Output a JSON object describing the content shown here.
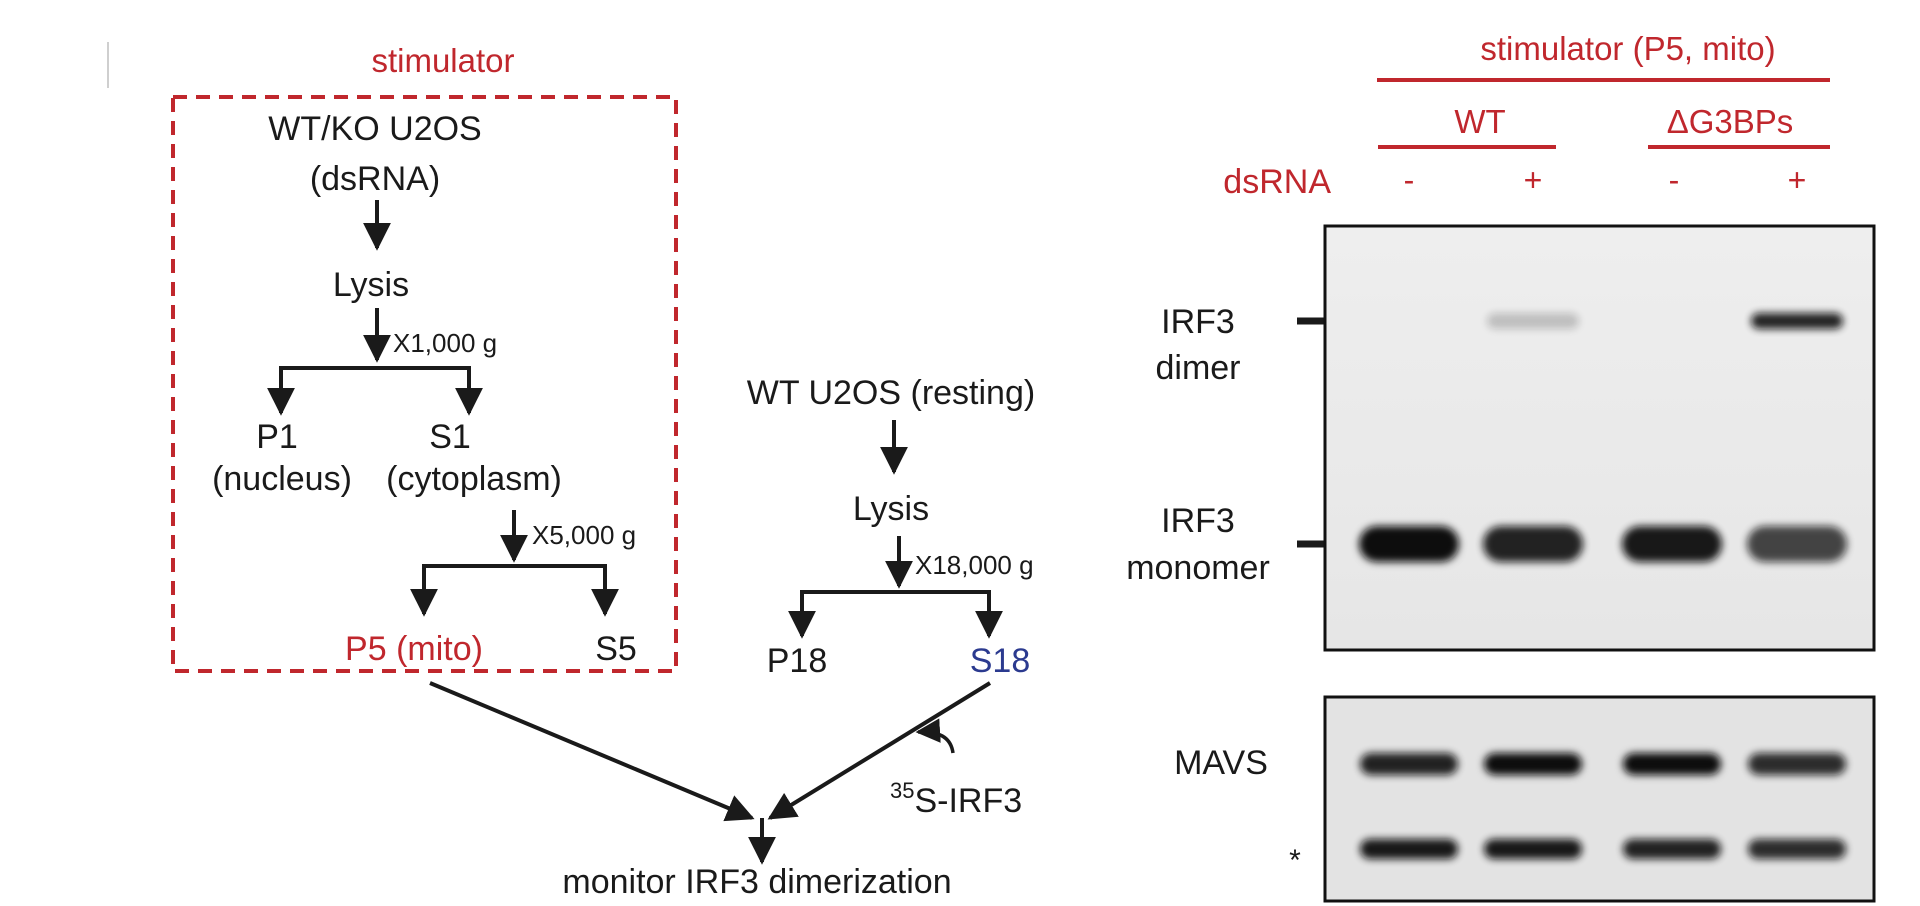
{
  "flowchart": {
    "stimulator_label": "stimulator",
    "input_line1": "WT/KO U2OS",
    "input_line2": "(dsRNA)",
    "lysis1": "Lysis",
    "spin1": "X1,000 g",
    "p1": "P1",
    "p1_sub": "(nucleus)",
    "s1": "S1",
    "s1_sub": "(cytoplasm)",
    "spin2": "X5,000 g",
    "p5": "P5 (mito)",
    "s5": "S5",
    "resting_input": "WT U2OS (resting)",
    "lysis2": "Lysis",
    "spin3": "X18,000 g",
    "p18": "P18",
    "s18": "S18",
    "irf3_super": "35",
    "irf3_label": "S-IRF3",
    "output": "monitor IRF3 dimerization"
  },
  "gel": {
    "header": "stimulator (P5, mito)",
    "group_wt": "WT",
    "group_ko": "ΔG3BPs",
    "dsrna_label": "dsRNA",
    "lane_signs": [
      "-",
      "+",
      "-",
      "+"
    ],
    "dimer_line1": "IRF3",
    "dimer_line2": "dimer",
    "monomer_line1": "IRF3",
    "monomer_line2": "monomer",
    "mavs_label": "MAVS",
    "star_label": "*",
    "dimer_band_intensity": [
      0,
      0.2,
      0,
      0.9
    ],
    "monomer_band_intensity": [
      1,
      0.9,
      0.95,
      0.75
    ],
    "mavs_band_intensity": [
      0.9,
      1,
      1,
      0.85
    ],
    "star_band_intensity": [
      0.95,
      0.95,
      0.9,
      0.85
    ]
  },
  "colors": {
    "accent_red": "#c0272d",
    "accent_blue": "#2b3a8f",
    "text": "#1a1a1a"
  }
}
